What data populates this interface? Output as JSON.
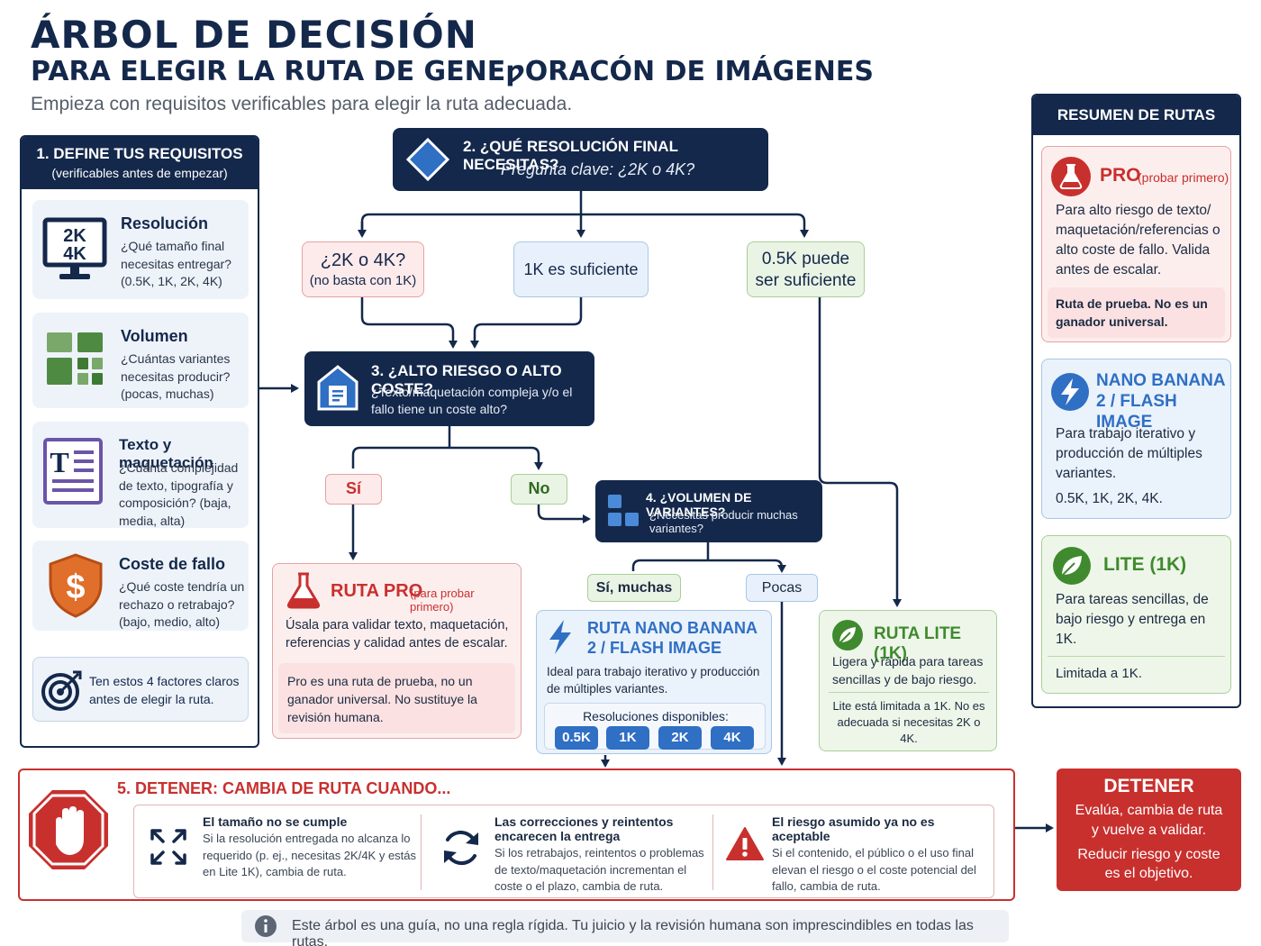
{
  "header": {
    "title": "ÁRBOL DE DECISIÓN",
    "subtitle_line": "PARA ELEGIR LA RUTA DE GENEƿORACÓN DE IMÁGENES",
    "intro": "Empieza con requisitos verificables para elegir la ruta adecuada."
  },
  "requirements": {
    "title": "1. DEFINE TUS REQUISITOS",
    "subtitle": "(verificables antes de empezar)",
    "items": [
      {
        "title": "Resolución",
        "desc": "¿Qué tamaño final necesitas entregar? (0.5K, 1K, 2K, 4K)",
        "icon": "monitor-icon",
        "icon_text_1": "2K",
        "icon_text_2": "4K"
      },
      {
        "title": "Volumen",
        "desc": "¿Cuántas variantes necesitas producir? (pocas, muchas)",
        "icon": "grid-icon"
      },
      {
        "title": "Texto y maquetación",
        "desc": "¿Cuánta complejidad de texto, tipografía y composición? (baja, media, alta)",
        "icon": "document-icon",
        "icon_text": "T"
      },
      {
        "title": "Coste de fallo",
        "desc": "¿Qué coste tendría un rechazo o retrabajo? (bajo, medio, alto)",
        "icon": "shield-dollar-icon",
        "icon_text": "$"
      }
    ],
    "tip": "Ten estos 4 factores claros antes de elegir la ruta."
  },
  "q_resolution": {
    "title": "2. ¿QUÉ RESOLUCIÓN FINAL NECESITAS?",
    "question": "Pregunta clave: ¿2K o 4K?",
    "options": [
      {
        "line1": "¿2K o 4K?",
        "line2": "(no basta con 1K)"
      },
      {
        "line1": "1K es suficiente",
        "line2": ""
      },
      {
        "line1": "0.5K puede",
        "line2": "ser suficiente"
      }
    ]
  },
  "q_risk": {
    "title": "3. ¿ALTO RIESGO O ALTO COSTE?",
    "question": "¿Texto/maquetación compleja y/o el fallo tiene un coste alto?",
    "yes": "Sí",
    "no": "No"
  },
  "q_volume": {
    "title": "4. ¿VOLUMEN DE VARIANTES?",
    "question": "¿Necesitas producir muchas variantes?",
    "many": "Sí, muchas",
    "few": "Pocas"
  },
  "routes": {
    "pro": {
      "name": "RUTA PRO",
      "tag": "(para probar primero)",
      "desc": "Úsala para validar texto, maquetación, referencias y calidad antes de escalar.",
      "note": "Pro es una ruta de prueba, no un ganador universal. No sustituye la revisión humana."
    },
    "nano": {
      "name": "RUTA NANO BANANA 2 / FLASH IMAGE",
      "desc": "Ideal para trabajo iterativo y producción de múltiples variantes.",
      "res_label": "Resoluciones disponibles:",
      "resolutions": [
        "0.5K",
        "1K",
        "2K",
        "4K"
      ]
    },
    "lite": {
      "name": "RUTA LITE (1K)",
      "desc": "Ligera y rápida para tareas sencillas y de bajo riesgo.",
      "note": "Lite está limitada a 1K. No es adecuada si necesitas 2K o 4K."
    }
  },
  "summary": {
    "title": "RESUMEN DE RUTAS",
    "pro": {
      "name": "PRO",
      "tag": "(probar primero)",
      "desc": "Para alto riesgo de texto/ maquetación/referencias o alto coste de fallo. Valida antes de escalar.",
      "note": "Ruta de prueba. No es un ganador universal."
    },
    "nano": {
      "name": "NANO BANANA 2 / FLASH IMAGE",
      "desc": "Para trabajo iterativo y producción de múltiples variantes.",
      "res": "0.5K, 1K, 2K, 4K."
    },
    "lite": {
      "name": "LITE (1K)",
      "desc": "Para tareas sencillas, de bajo riesgo y entrega en 1K.",
      "note": "Limitada a 1K."
    }
  },
  "stop": {
    "title": "5. DETENER: CAMBIA DE RUTA CUANDO...",
    "items": [
      {
        "title": "El tamaño no se cumple",
        "desc": "Si la resolución entregada no alcanza lo requerido (p. ej., necesitas 2K/4K y estás en Lite 1K), cambia de ruta."
      },
      {
        "title": "Las correcciones y reintentos encarecen la entrega",
        "desc": "Si los retrabajos, reintentos o problemas de texto/maquetación incrementan el coste o el plazo, cambia de ruta."
      },
      {
        "title": "El riesgo asumido ya no es aceptable",
        "desc": "Si el contenido, el público o el uso final elevan el riesgo o el coste potencial del fallo, cambia de ruta."
      }
    ]
  },
  "halt": {
    "title": "DETENER",
    "line1": "Evalúa, cambia de ruta y vuelve a validar.",
    "line2": "Reducir riesgo y coste es el objetivo."
  },
  "footer": {
    "note": "Este árbol es una guía, no una regla rígida. Tu juicio y la revisión humana son imprescindibles en todas las rutas."
  },
  "colors": {
    "navy": "#14284b",
    "red": "#c8302e",
    "blue": "#2f6fc4",
    "green": "#3f8a2e"
  }
}
